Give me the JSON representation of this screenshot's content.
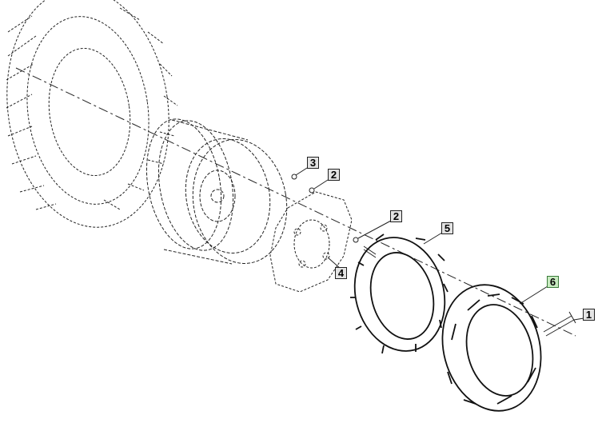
{
  "diagram": {
    "callouts": [
      {
        "label": "3",
        "part": "nut"
      },
      {
        "label": "2",
        "part": "washer"
      },
      {
        "label": "2",
        "part": "washer"
      },
      {
        "label": "4",
        "part": "mounting-plate"
      },
      {
        "label": "5",
        "part": "inner-wheel-weight"
      },
      {
        "label": "6",
        "part": "outer-wheel-weight",
        "highlighted": true
      },
      {
        "label": "1",
        "part": "bolt"
      }
    ],
    "colors": {
      "line": "#222222",
      "callout_bg": "#e4e4e4",
      "callout_highlight_bg": "#c8ebc0"
    }
  }
}
